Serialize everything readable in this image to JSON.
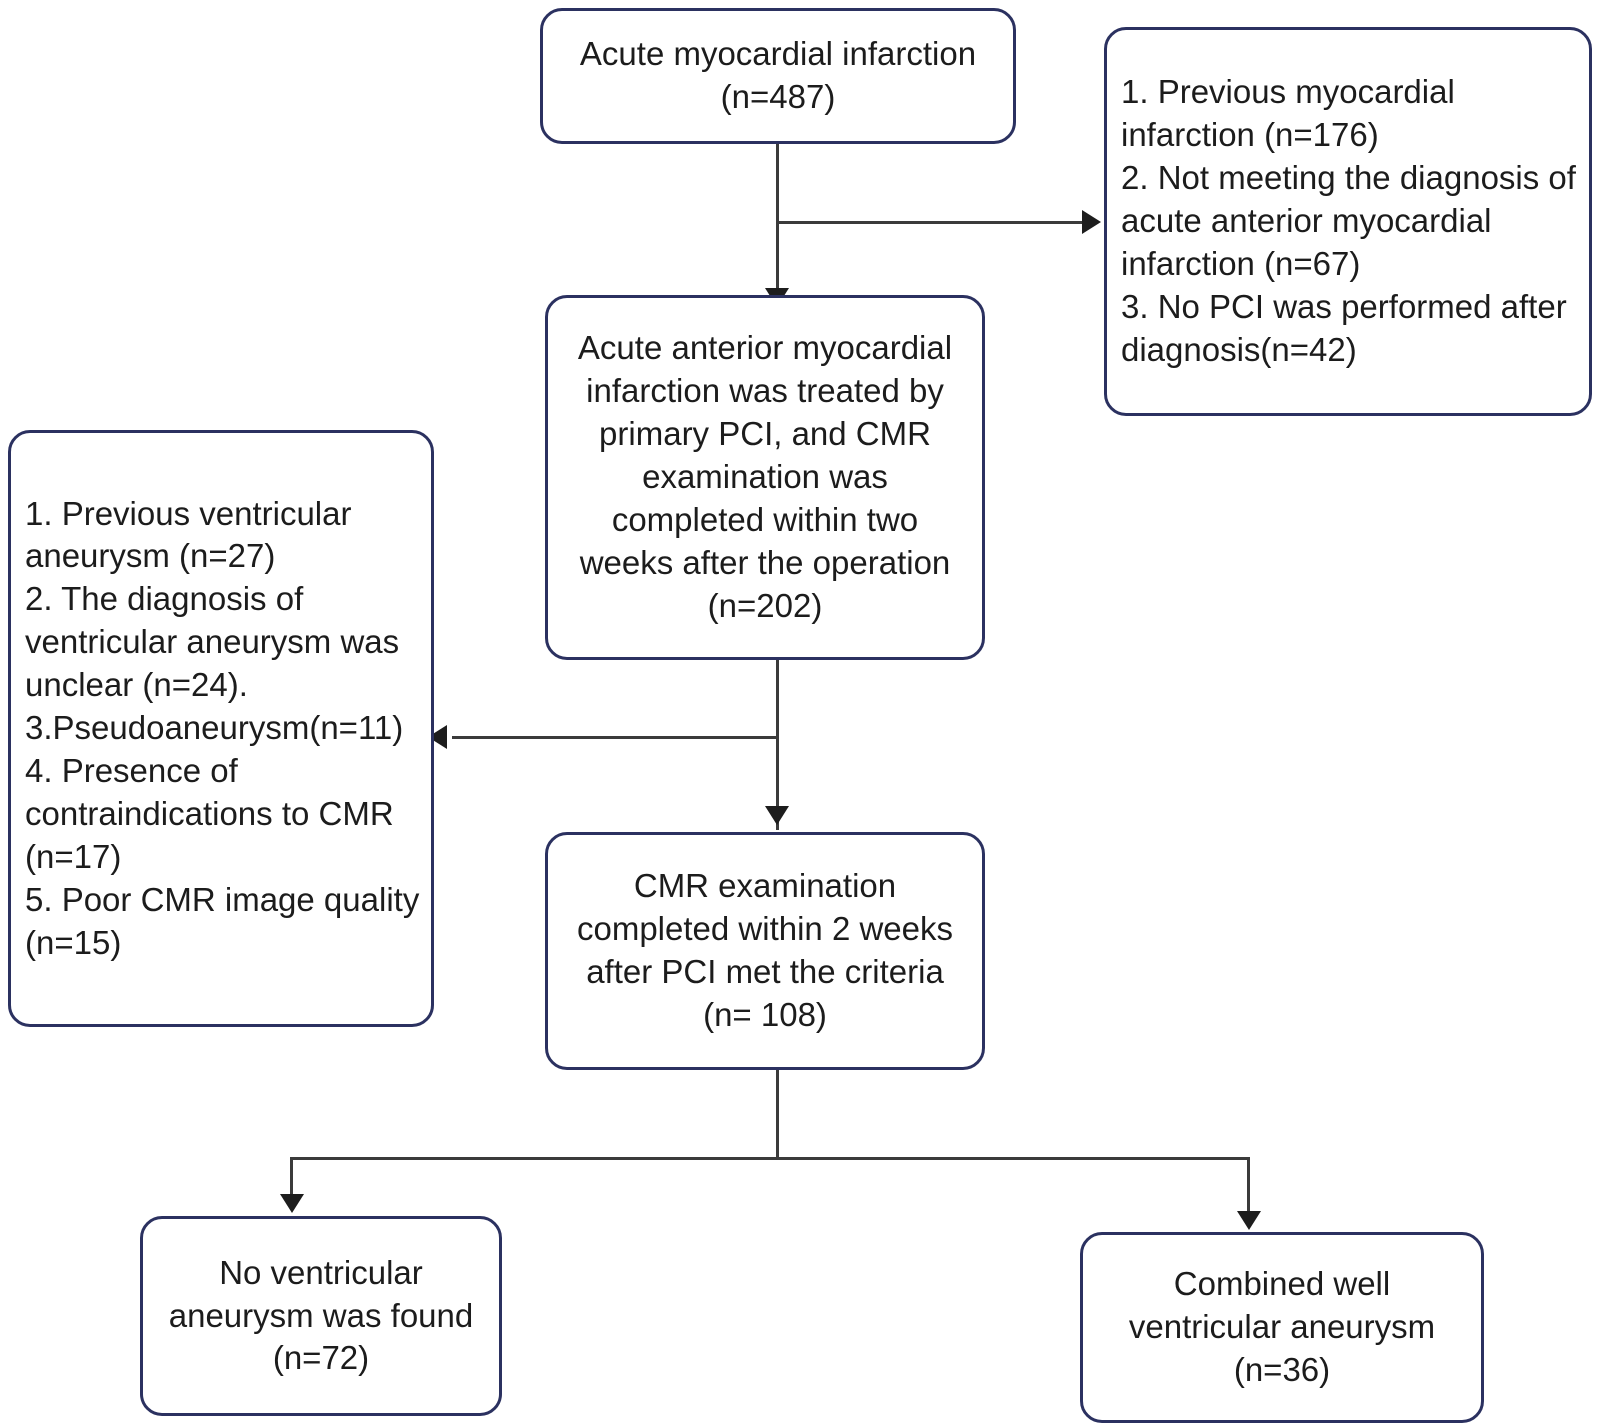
{
  "diagram": {
    "title": "Patient selection flow diagram",
    "type": "flowchart",
    "colors": {
      "box_border": "#2b3160",
      "box_fill": "#ffffff",
      "connector": "#3b3b3b",
      "arrowhead": "#1d1d1d",
      "text": "#1c1c1c"
    },
    "nodes": {
      "ami": {
        "id": "acute-myocardial-infarction",
        "text": "Acute myocardial infarction\n(n=487)",
        "label": "Acute myocardial infarction",
        "n": 487,
        "align": "center"
      },
      "exclusion_top": {
        "id": "exclusion-criteria-top",
        "text": "1. Previous myocardial infarction (n=176)\n2. Not meeting the diagnosis of acute anterior myocardial infarction (n=67)\n3. No PCI was performed after diagnosis(n=42)",
        "align": "left",
        "items": [
          {
            "number": "1.",
            "label": "Previous myocardial infarction",
            "n": 176
          },
          {
            "number": "2.",
            "label": "Not meeting the diagnosis of acute anterior myocardial infarction",
            "n": 67
          },
          {
            "number": "3.",
            "label": "No PCI was performed after diagnosis",
            "n": 42
          }
        ]
      },
      "aami": {
        "id": "acute-anterior-mi-pci-cmr",
        "text": "Acute anterior myocardial infarction was treated by primary PCI, and CMR examination was completed within two weeks after the operation\n(n=202)",
        "label": "Acute anterior myocardial infarction was treated by primary PCI, and CMR examination was completed within two weeks after the operation",
        "n": 202,
        "align": "center"
      },
      "exclusion_left": {
        "id": "exclusion-criteria-left",
        "text": "1. Previous ventricular aneurysm (n=27)\n2. The diagnosis of ventricular aneurysm was unclear (n=24).\n3.Pseudoaneurysm(n=11)\n4. Presence of contraindications to CMR (n=17)\n5. Poor CMR image quality (n=15)",
        "align": "left",
        "items": [
          {
            "number": "1.",
            "label": "Previous ventricular aneurysm",
            "n": 27
          },
          {
            "number": "2.",
            "label": "The diagnosis of ventricular aneurysm was unclear",
            "n": 24
          },
          {
            "number": "3.",
            "label": "Pseudoaneurysm",
            "n": 11
          },
          {
            "number": "4.",
            "label": "Presence of contraindications to CMR",
            "n": 17
          },
          {
            "number": "5.",
            "label": "Poor CMR image quality",
            "n": 15
          }
        ]
      },
      "cmr": {
        "id": "cmr-met-criteria",
        "text": "CMR examination completed within 2 weeks after PCI met the criteria\n(n= 108)",
        "label": "CMR examination completed within 2 weeks after PCI met the criteria",
        "n": 108,
        "align": "center"
      },
      "no_aneurysm": {
        "id": "no-ventricular-aneurysm",
        "text": "No ventricular aneurysm was found\n(n=72)",
        "label": "No ventricular aneurysm was found",
        "n": 72,
        "align": "center"
      },
      "aneurysm": {
        "id": "combined-well-ventricular-aneurysm",
        "text": "Combined well ventricular aneurysm\n(n=36)",
        "label": "Combined well ventricular aneurysm",
        "n": 36,
        "align": "center"
      }
    },
    "edges": [
      {
        "from": "ami",
        "to": "aami",
        "direction": "down"
      },
      {
        "from": "ami",
        "to": "exclusion_top",
        "direction": "right"
      },
      {
        "from": "aami",
        "to": "cmr",
        "direction": "down"
      },
      {
        "from": "aami",
        "to": "exclusion_left",
        "direction": "left"
      },
      {
        "from": "cmr",
        "to": "no_aneurysm",
        "direction": "down-left"
      },
      {
        "from": "cmr",
        "to": "aneurysm",
        "direction": "down-right"
      }
    ]
  }
}
